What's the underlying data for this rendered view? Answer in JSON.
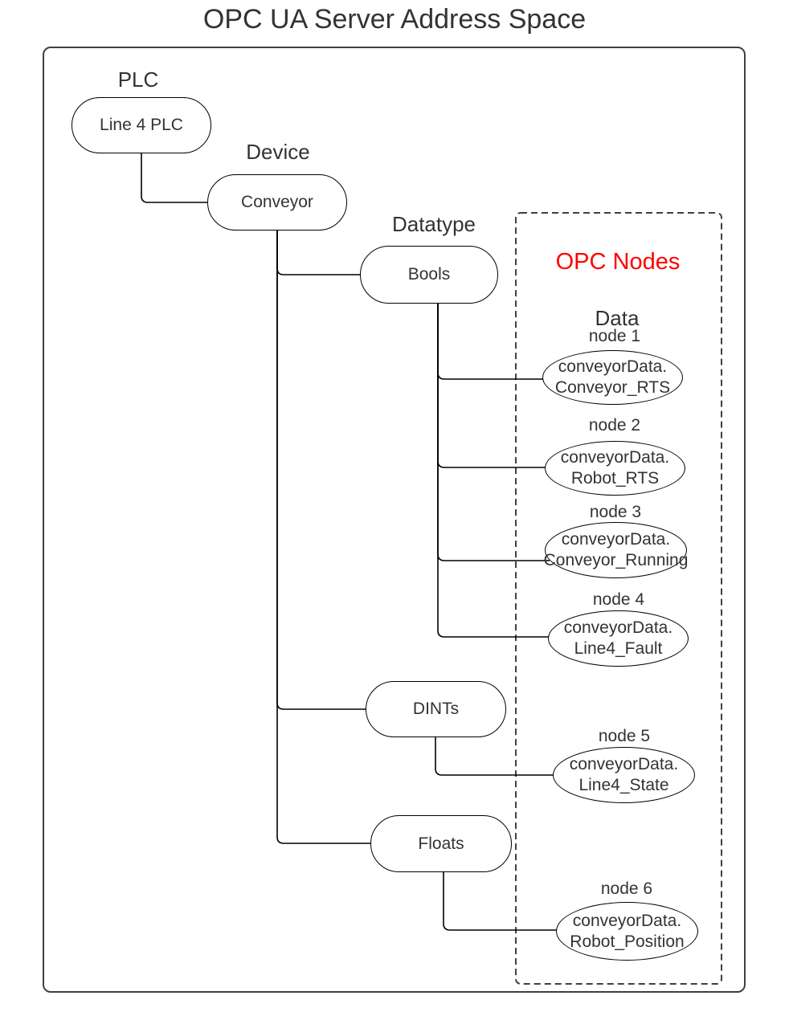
{
  "title": "OPC UA Server Address Space",
  "colors": {
    "accent_red": "#ff0000",
    "frame": "#3a4149",
    "node_stroke": "#000000",
    "text": "#333333"
  },
  "tree": {
    "plc": {
      "label": "PLC",
      "node": "Line 4 PLC"
    },
    "device": {
      "label": "Device",
      "node": "Conveyor"
    },
    "datatype": {
      "label": "Datatype",
      "bools": "Bools",
      "dints": "DINTs",
      "floats": "Floats"
    }
  },
  "opc": {
    "heading": "OPC Nodes",
    "subheading": "Data",
    "nodes": [
      {
        "label": "node 1",
        "line1": "conveyorData.",
        "line2": "Conveyor_RTS"
      },
      {
        "label": "node 2",
        "line1": "conveyorData.",
        "line2": "Robot_RTS"
      },
      {
        "label": "node 3",
        "line1": "conveyorData.",
        "line2": "Conveyor_Running"
      },
      {
        "label": "node 4",
        "line1": "conveyorData.",
        "line2": "Line4_Fault"
      },
      {
        "label": "node 5",
        "line1": "conveyorData.",
        "line2": "Line4_State"
      },
      {
        "label": "node 6",
        "line1": "conveyorData.",
        "line2": "Robot_Position"
      }
    ]
  }
}
